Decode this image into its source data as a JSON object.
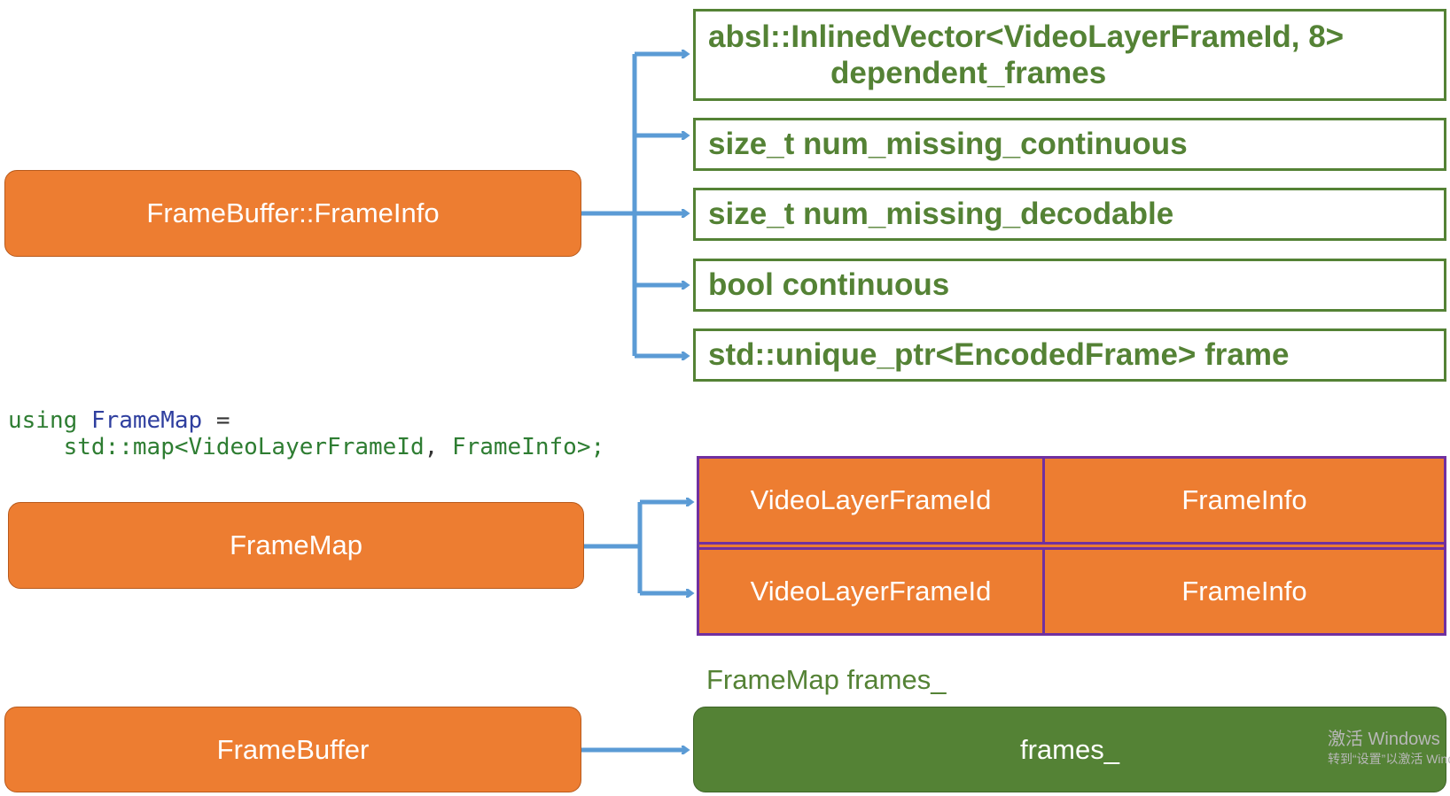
{
  "frameinfo": {
    "label": "FrameBuffer::FrameInfo",
    "fields": [
      {
        "line1": "absl::InlinedVector<VideoLayerFrameId, 8>",
        "line2": "dependent_frames"
      },
      {
        "line1": "size_t num_missing_continuous"
      },
      {
        "line1": "size_t num_missing_decodable"
      },
      {
        "line1": "bool continuous"
      },
      {
        "line1": "std::unique_ptr<EncodedFrame> frame"
      }
    ]
  },
  "code": {
    "kw_using": "using",
    "name": "FrameMap",
    "eq": " =",
    "ns": "std::map<",
    "key": "VideoLayerFrameId",
    "comma": ", ",
    "val": "FrameInfo",
    "end": ">;"
  },
  "framemap": {
    "label": "FrameMap",
    "rows": [
      {
        "key": "VideoLayerFrameId",
        "value": "FrameInfo"
      },
      {
        "key": "VideoLayerFrameId",
        "value": "FrameInfo"
      }
    ]
  },
  "framebuffer": {
    "label": "FrameBuffer",
    "member_caption": "FrameMap frames_",
    "member_label": "frames_"
  },
  "watermark": {
    "line1": "激活 Windows",
    "line2": "转到“设置”以激活 Windows。"
  },
  "colors": {
    "orange": "#ED7D31",
    "green": "#548235",
    "purple": "#7030A0",
    "arrow_blue": "#5B9BD5"
  }
}
